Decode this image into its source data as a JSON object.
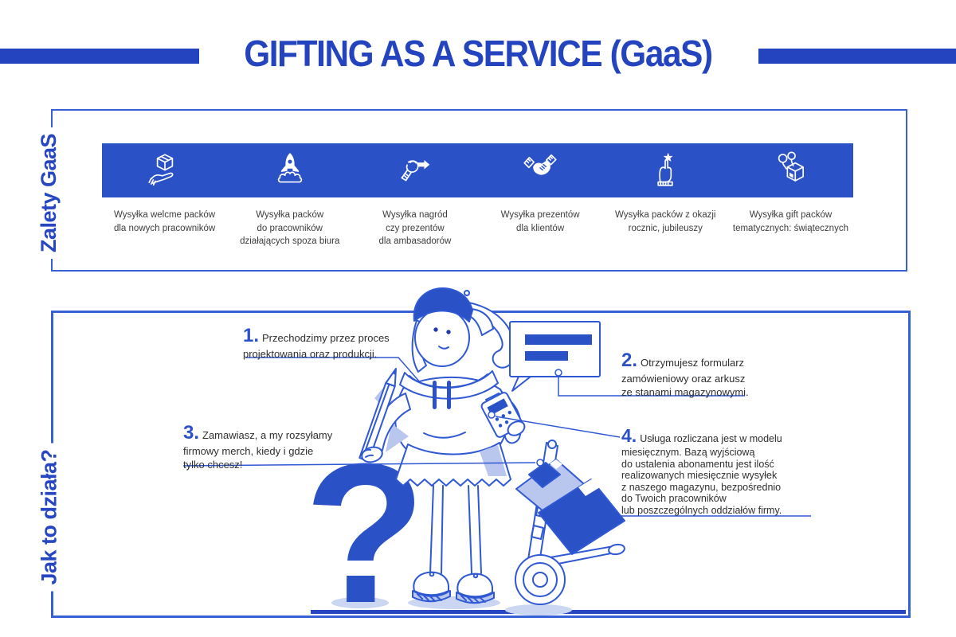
{
  "title": {
    "text": "GIFTING AS A SERVICE (GaaS)"
  },
  "colors": {
    "primary": "#2444BF",
    "banner_blue": "#2B51C6",
    "outline_blue": "#2F58D3",
    "light_blue": "#B9C7EE",
    "caption_text": "#3C3C3C"
  },
  "sections": {
    "benefits": {
      "label": "Zalety GaaS",
      "items": [
        {
          "icon": "box-in-hand-icon",
          "caption": "Wysyłka welcme packów\ndla nowych pracowników"
        },
        {
          "icon": "rocket-icon",
          "caption": "Wysyłka packów\ndo pracowników\ndziałających spoza biura"
        },
        {
          "icon": "hand-giving-arrow-icon",
          "caption": "Wysyłka nagród\nczy prezentów\ndla ambasadorów"
        },
        {
          "icon": "handshake-icon",
          "caption": "Wysyłka prezentów\ndla klientów"
        },
        {
          "icon": "hand-star-icon",
          "caption": "Wysyłka packów z okazji\nrocznic, jubileuszy"
        },
        {
          "icon": "gift-box-balloons-icon",
          "caption": "Wysyłka gift packów\ntematycznych: świątecznych"
        }
      ]
    },
    "how": {
      "label": "Jak to działa?",
      "steps": [
        {
          "num": "1.",
          "text": "Przechodzimy przez proces\nprojektowania oraz produkcji."
        },
        {
          "num": "2.",
          "text": "Otrzymujesz formularz\nzamówieniowy oraz arkusz\nze stanami magazynowymi."
        },
        {
          "num": "3.",
          "text": "Zamawiasz, a my rozsyłamy\nfirmowy merch, kiedy i gdzie\ntylko chcesz!"
        },
        {
          "num": "4.",
          "text": "Usługa rozliczana jest w modelu\nmiesięcznym. Bazą wyjściową\ndo ustalenia abonamentu jest ilość\nrealizowanych miesięcznie wysyłek\nz naszego magazynu, bezpośrednio\ndo Twoich pracowników\nlub poszczególnych oddziałów firmy."
        }
      ]
    }
  }
}
